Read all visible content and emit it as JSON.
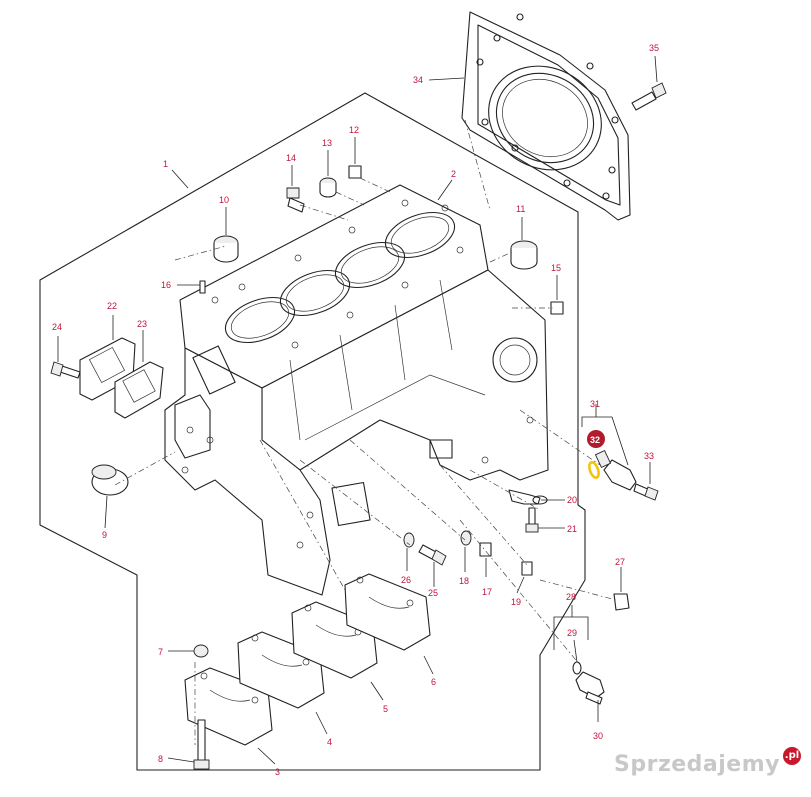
{
  "diagram": {
    "labels": {
      "p1": "1",
      "p2": "2",
      "p3": "3",
      "p4": "4",
      "p5": "5",
      "p6": "6",
      "p7": "7",
      "p8": "8",
      "p9": "9",
      "p10": "10",
      "p11": "11",
      "p12": "12",
      "p13": "13",
      "p14": "14",
      "p15": "15",
      "p16": "16",
      "p17": "17",
      "p18": "18",
      "p19": "19",
      "p20": "20",
      "p21": "21",
      "p22": "22",
      "p23": "23",
      "p24": "24",
      "p25": "25",
      "p26": "26",
      "p27": "27",
      "p28": "28",
      "p29": "29",
      "p30": "30",
      "p31": "31",
      "p32": "32",
      "p33": "33",
      "p34": "34",
      "p35": "35"
    },
    "label_color": "#c0143c",
    "badge_color": "#b01c2e",
    "highlight_color": "#f2c40f"
  },
  "watermark": {
    "text": "Sprzedajemy",
    "tld": ".pl"
  }
}
